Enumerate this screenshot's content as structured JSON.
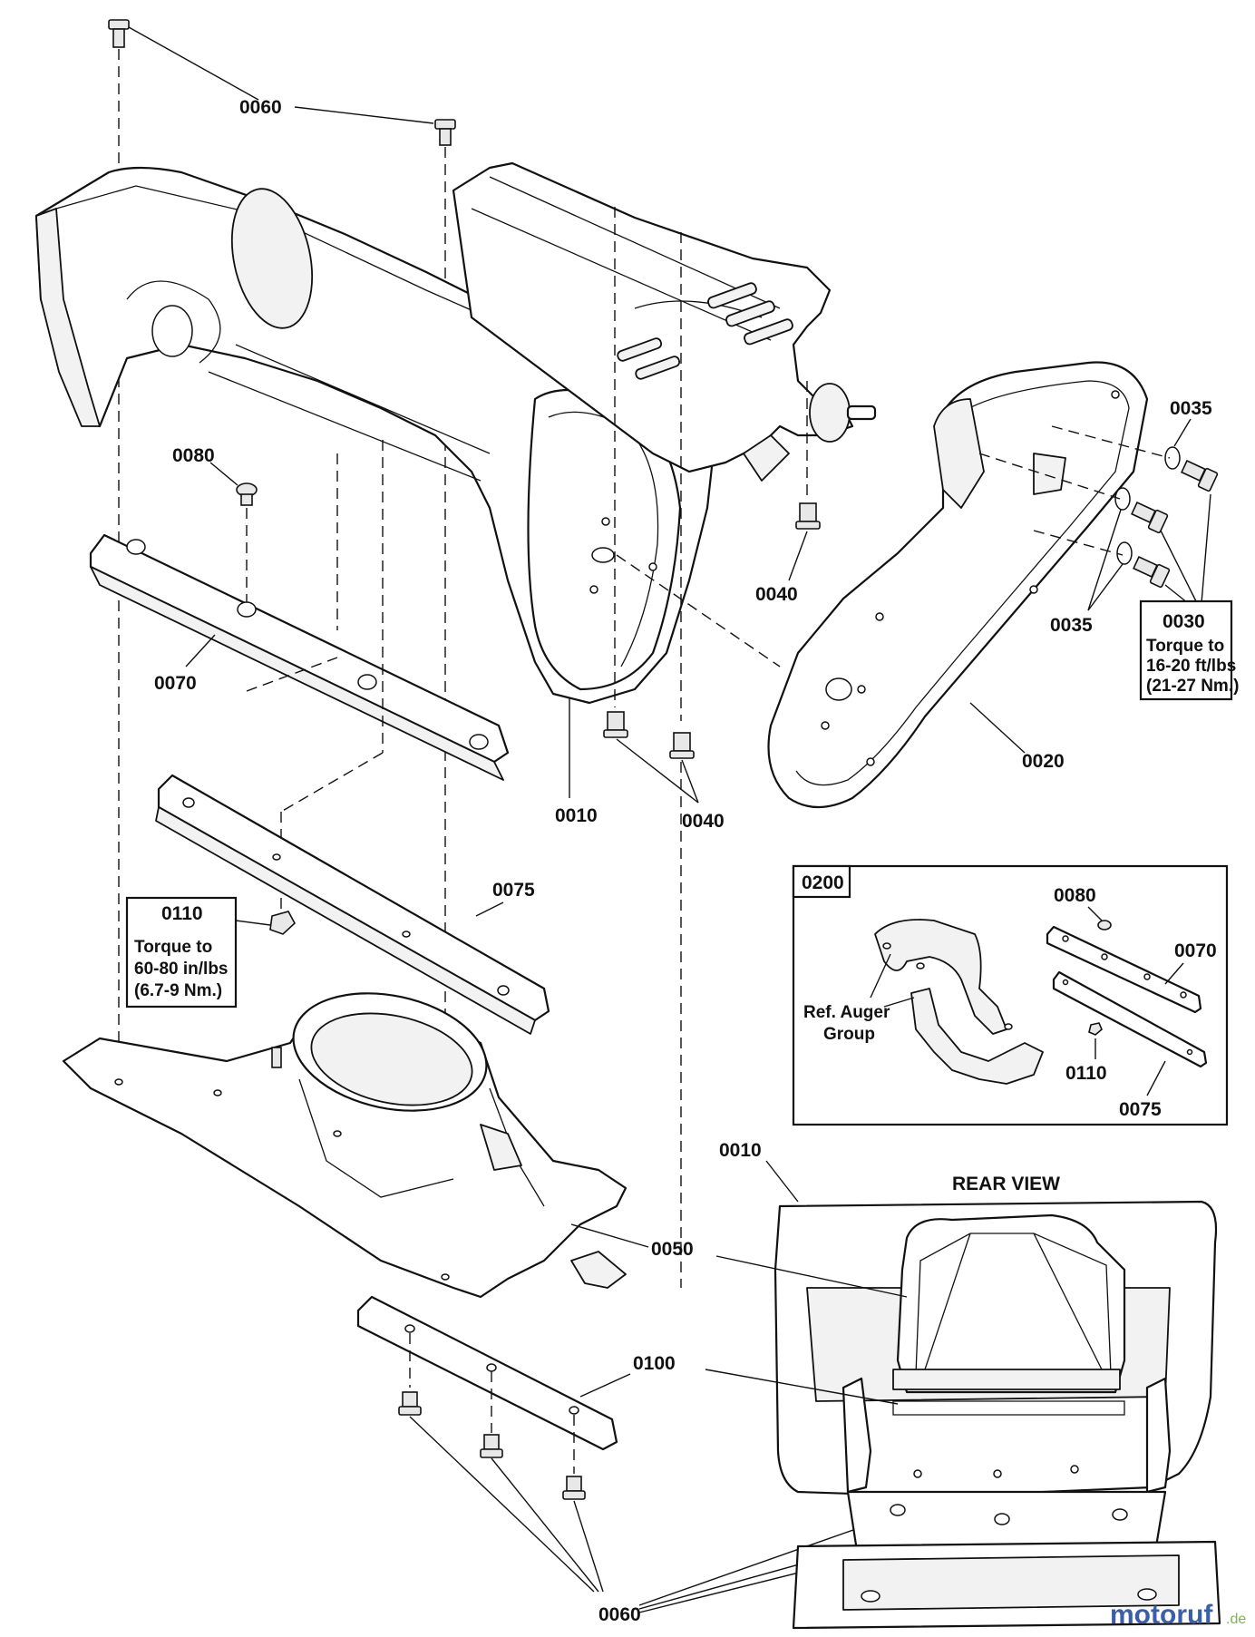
{
  "callouts": {
    "c0060_top": "0060",
    "c0080": "0080",
    "c0070": "0070",
    "c0010": "0010",
    "c0040_right": "0040",
    "c0040_bottom": "0040",
    "c0035_top": "0035",
    "c0035_mid": "0035",
    "c0030": "0030",
    "c0020": "0020",
    "c0075": "0075",
    "c0110": "0110",
    "c0050": "0050",
    "c0100": "0100",
    "c0060_bottom": "0060",
    "c0010_rear": "0010"
  },
  "notes": {
    "torque_0030_line1": "Torque to",
    "torque_0030_line2": "16-20 ft/lbs",
    "torque_0030_line3": "(21-27 Nm.)",
    "torque_0110_line1": "Torque to",
    "torque_0110_line2": "60-80 in/lbs",
    "torque_0110_line3": "(6.7-9 Nm.)"
  },
  "inset": {
    "title": "0200",
    "ref_line1": "Ref. Auger",
    "ref_line2": "Group",
    "c0080": "0080",
    "c0070": "0070",
    "c0110": "0110",
    "c0075": "0075"
  },
  "rear_view": {
    "title": "REAR VIEW"
  },
  "watermark": {
    "text": "motoruf",
    "suffix": ".de"
  },
  "colors": {
    "line": "#111111",
    "background": "#ffffff",
    "watermark_blue": "#3a5fa8",
    "watermark_green": "#7ab648"
  }
}
